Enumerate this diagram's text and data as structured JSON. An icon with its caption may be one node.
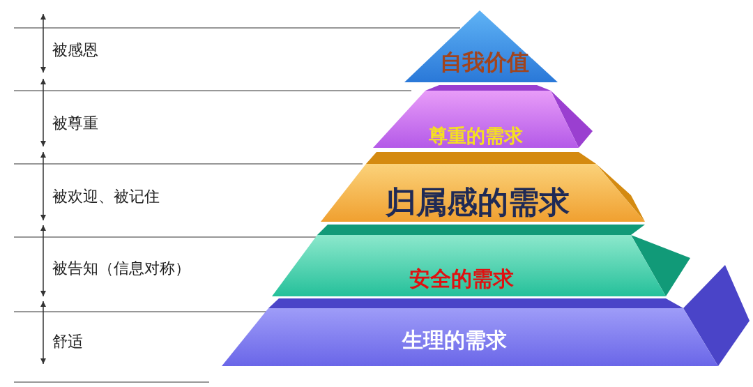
{
  "diagram": {
    "nodes": [
      {
        "text": [
          "自我价值"
        ]
      },
      {
        "text": [
          "尊重的需求"
        ]
      },
      {
        "text": [
          "归属感的需求"
        ]
      },
      {
        "text": [
          "安全的需求"
        ]
      },
      {
        "text": [
          "生理的需求"
        ]
      }
    ],
    "labels": [
      "被感恩",
      "被尊重",
      "被欢迎、被记住",
      "被告知（信息对称）",
      "舒适"
    ]
  }
}
